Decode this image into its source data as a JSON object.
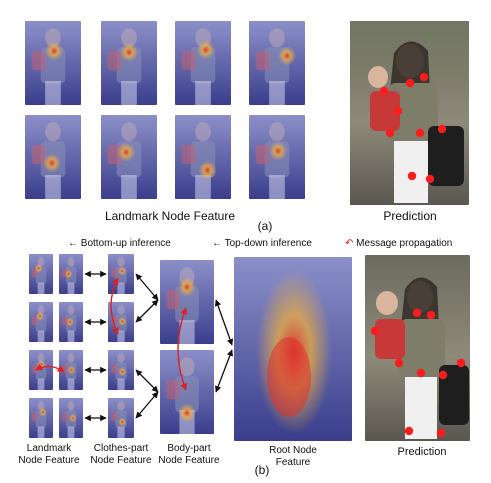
{
  "panel_a": {
    "heatmap_caption": "Landmark Node Feature",
    "prediction_caption": "Prediction",
    "subfig_label": "(a)"
  },
  "panel_b": {
    "legend": {
      "bottom_up": "Bottom-up inference",
      "top_down": "Top-down inference",
      "message": "Message propagation"
    },
    "labels": {
      "landmark_line1": "Landmark",
      "landmark_line2": "Node Feature",
      "clothes_line1": "Clothes-part",
      "clothes_line2": "Node Feature",
      "body_line1": "Body-part",
      "body_line2": "Node Feature",
      "root_line1": "Root Node",
      "root_line2": "Feature",
      "prediction": "Prediction"
    },
    "subfig_label": "(b)"
  },
  "colors": {
    "heat_hot": "#e0302a",
    "heat_warm": "#f4b23a",
    "heat_bg": "#4a4ea0",
    "arrow_red": "#e02020",
    "keypoint": "#ff1c1c"
  }
}
